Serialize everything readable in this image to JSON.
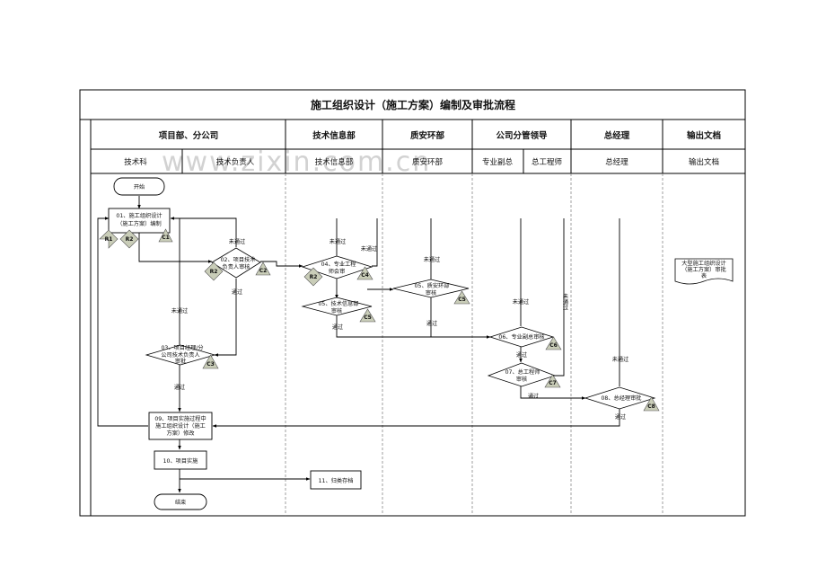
{
  "title": "施工组织设计（施工方案）编制及审批流程",
  "watermark": "www.zixin.com.cn",
  "lanes": {
    "h1": "项目部、分公司",
    "h2": "技术信息部",
    "h3": "质安环部",
    "h4": "公司分管领导",
    "h5": "总经理",
    "h6": "输出文档",
    "s1": "技术科",
    "s2": "技术负责人",
    "s3": "技术信息部",
    "s4": "质安环部",
    "s5": "专业副总",
    "s6": "总工程师",
    "s7": "总经理",
    "s8": "输出文档"
  },
  "nodes": {
    "start": "开始",
    "n01_a": "01、施工组织设计",
    "n01_b": "（施工方案）编制",
    "n02_a": "02、项目技术",
    "n02_b": "负责人审核",
    "n03_a": "03、项目经理/分",
    "n03_b": "公司技术负责人",
    "n03_c": "审批",
    "n04_a": "04、专业工程",
    "n04_b": "师会审",
    "n05_a": "05、技术信息部",
    "n05_b": "审核",
    "n05q_a": "05、质安环部",
    "n05q_b": "审核",
    "n06": "06、专业副总审核",
    "n07_a": "07、总工程师",
    "n07_b": "审核",
    "n08": "08、总经理审批",
    "n09_a": "09、项目实施过程中",
    "n09_b": "施工组织设计（施工",
    "n09_c": "方案）修改",
    "n10": "10、项目实施",
    "n11": "11、归类存档",
    "end": "结束",
    "doc_a": "大型施工组织设计",
    "doc_b": "（施工方案）审批",
    "doc_c": "表"
  },
  "badges": {
    "r1": "R1",
    "r2a": "R2",
    "r2b": "R2",
    "r2c": "R2",
    "c1": "C1",
    "c2": "C2",
    "c3": "C3",
    "c4": "C4",
    "c5a": "C5",
    "c5b": "C5",
    "c6": "C6",
    "c7": "C7",
    "c8": "C8"
  },
  "edges": {
    "fail_02": "未通过",
    "pass_02": "通过",
    "fail_03": "未通过",
    "pass_03": "通过",
    "fail_04": "未通过",
    "fail_05": "未通过",
    "pass_05": "通过",
    "fail_05q": "未通过",
    "pass_05q": "通过",
    "fail_06": "未通过",
    "pass_06": "通过",
    "fail_07": "未通过",
    "pass_07": "通过",
    "fail_08": "未通过",
    "pass_08": "通过"
  },
  "colors": {
    "badge_fill": "#c9cdb8",
    "line": "#000000",
    "dash": "#888888"
  }
}
